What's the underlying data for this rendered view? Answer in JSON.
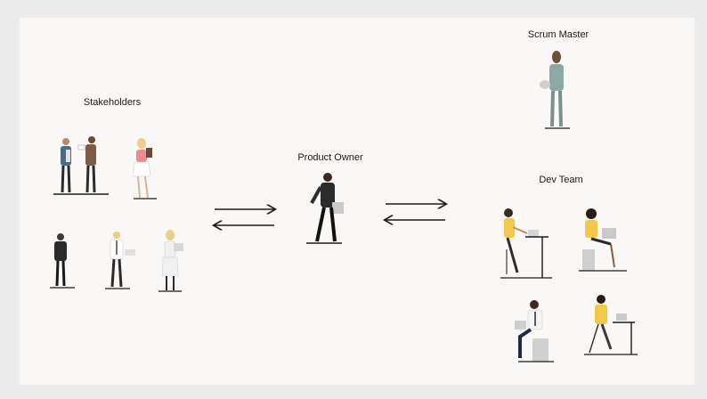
{
  "labels": {
    "stakeholders": "Stakeholders",
    "product_owner": "Product Owner",
    "scrum_master": "Scrum Master",
    "dev_team": "Dev Team"
  },
  "colors": {
    "slide_bg": "#f9f8f6",
    "page_bg": "#ececec",
    "ink": "#1a1a1a",
    "scrum_master_teal": "#8aa9a4",
    "dev_team_yellow": "#f2c84b",
    "stakeholder_pink": "#f08a92",
    "laptop_grey": "#c9c9c9"
  },
  "icons": {
    "arrows_left": "bidirectional-arrows",
    "arrows_right": "bidirectional-arrows"
  }
}
